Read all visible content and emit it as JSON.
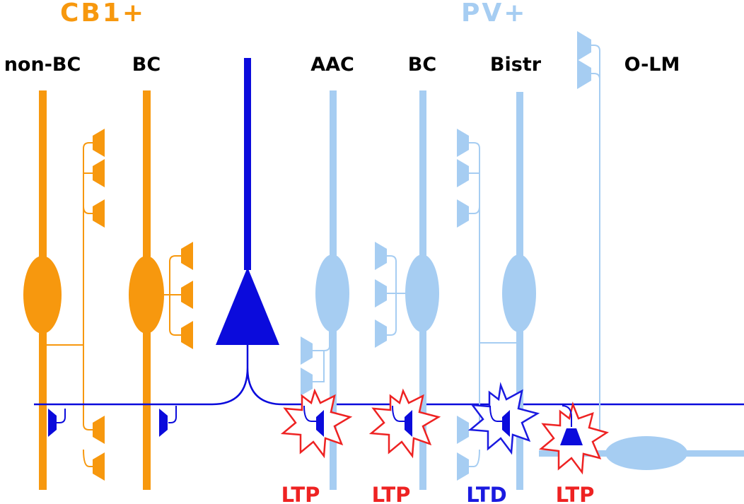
{
  "colors": {
    "cb1": "#f7980e",
    "pv": "#a6cdf2",
    "pyramidal": "#0b0bdc",
    "ltp": "#ee2222",
    "ltd": "#1a1ae0"
  },
  "groups": {
    "cb1": "CB1+",
    "pv": "PV+"
  },
  "cells": {
    "non_bc": "non-BC",
    "cb1_bc": "BC",
    "aac": "AAC",
    "pv_bc": "BC",
    "bistr": "Bistr",
    "olm": "O-LM"
  },
  "plasticity": {
    "aac": "LTP",
    "pv_bc": "LTP",
    "bistr": "LTD",
    "olm": "LTP"
  }
}
